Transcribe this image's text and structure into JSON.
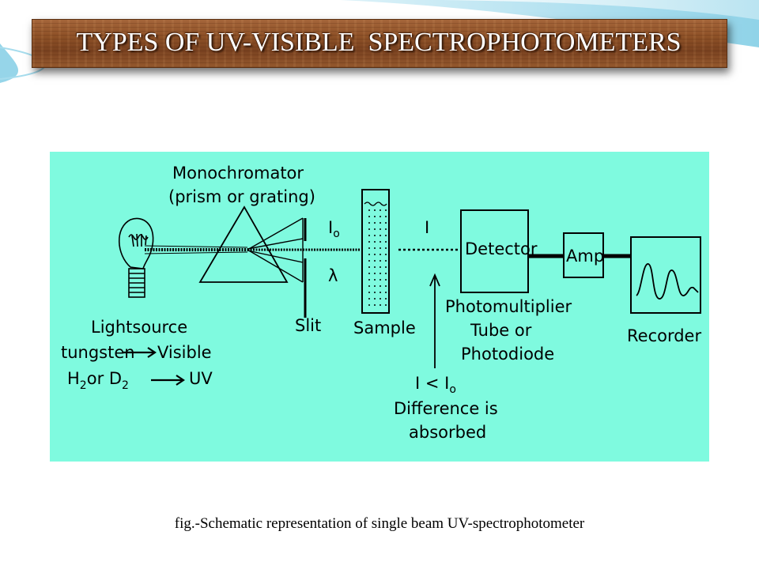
{
  "slide": {
    "title": "TYPES OF UV-VISIBLE  SPECTROPHOTOMETERS",
    "caption": "fig.-Schematic representation of single beam UV-spectrophotometer"
  },
  "diagram": {
    "monochromator": {
      "line1": "Monochromator",
      "line2": "(prism or grating)"
    },
    "intensity_in": {
      "symbol": "I",
      "subscript": "o"
    },
    "wavelength": "λ",
    "intensity_out": "I",
    "slit": "Slit",
    "sample": "Sample",
    "detector": "Detector",
    "detector_types": {
      "line1": "Photomultiplier",
      "line2": "Tube or",
      "line3": "Photodiode"
    },
    "amp": "Amp",
    "recorder": "Recorder",
    "light_source": {
      "title": "Lightsource",
      "tungsten": "tungsten",
      "visible": "Visible",
      "h": "H",
      "h_sub": "2",
      "or_d": "or D",
      "d_sub": "2",
      "uv": "UV"
    },
    "absorption": {
      "relation": "I < I",
      "relation_sub": "o",
      "line2": "Difference is",
      "line3": "absorbed"
    }
  },
  "colors": {
    "diagram_background": "#7ffadf",
    "title_bar": "#8d5127",
    "title_text": "#ffffff",
    "accent_swoosh": "#9fd9ec"
  }
}
